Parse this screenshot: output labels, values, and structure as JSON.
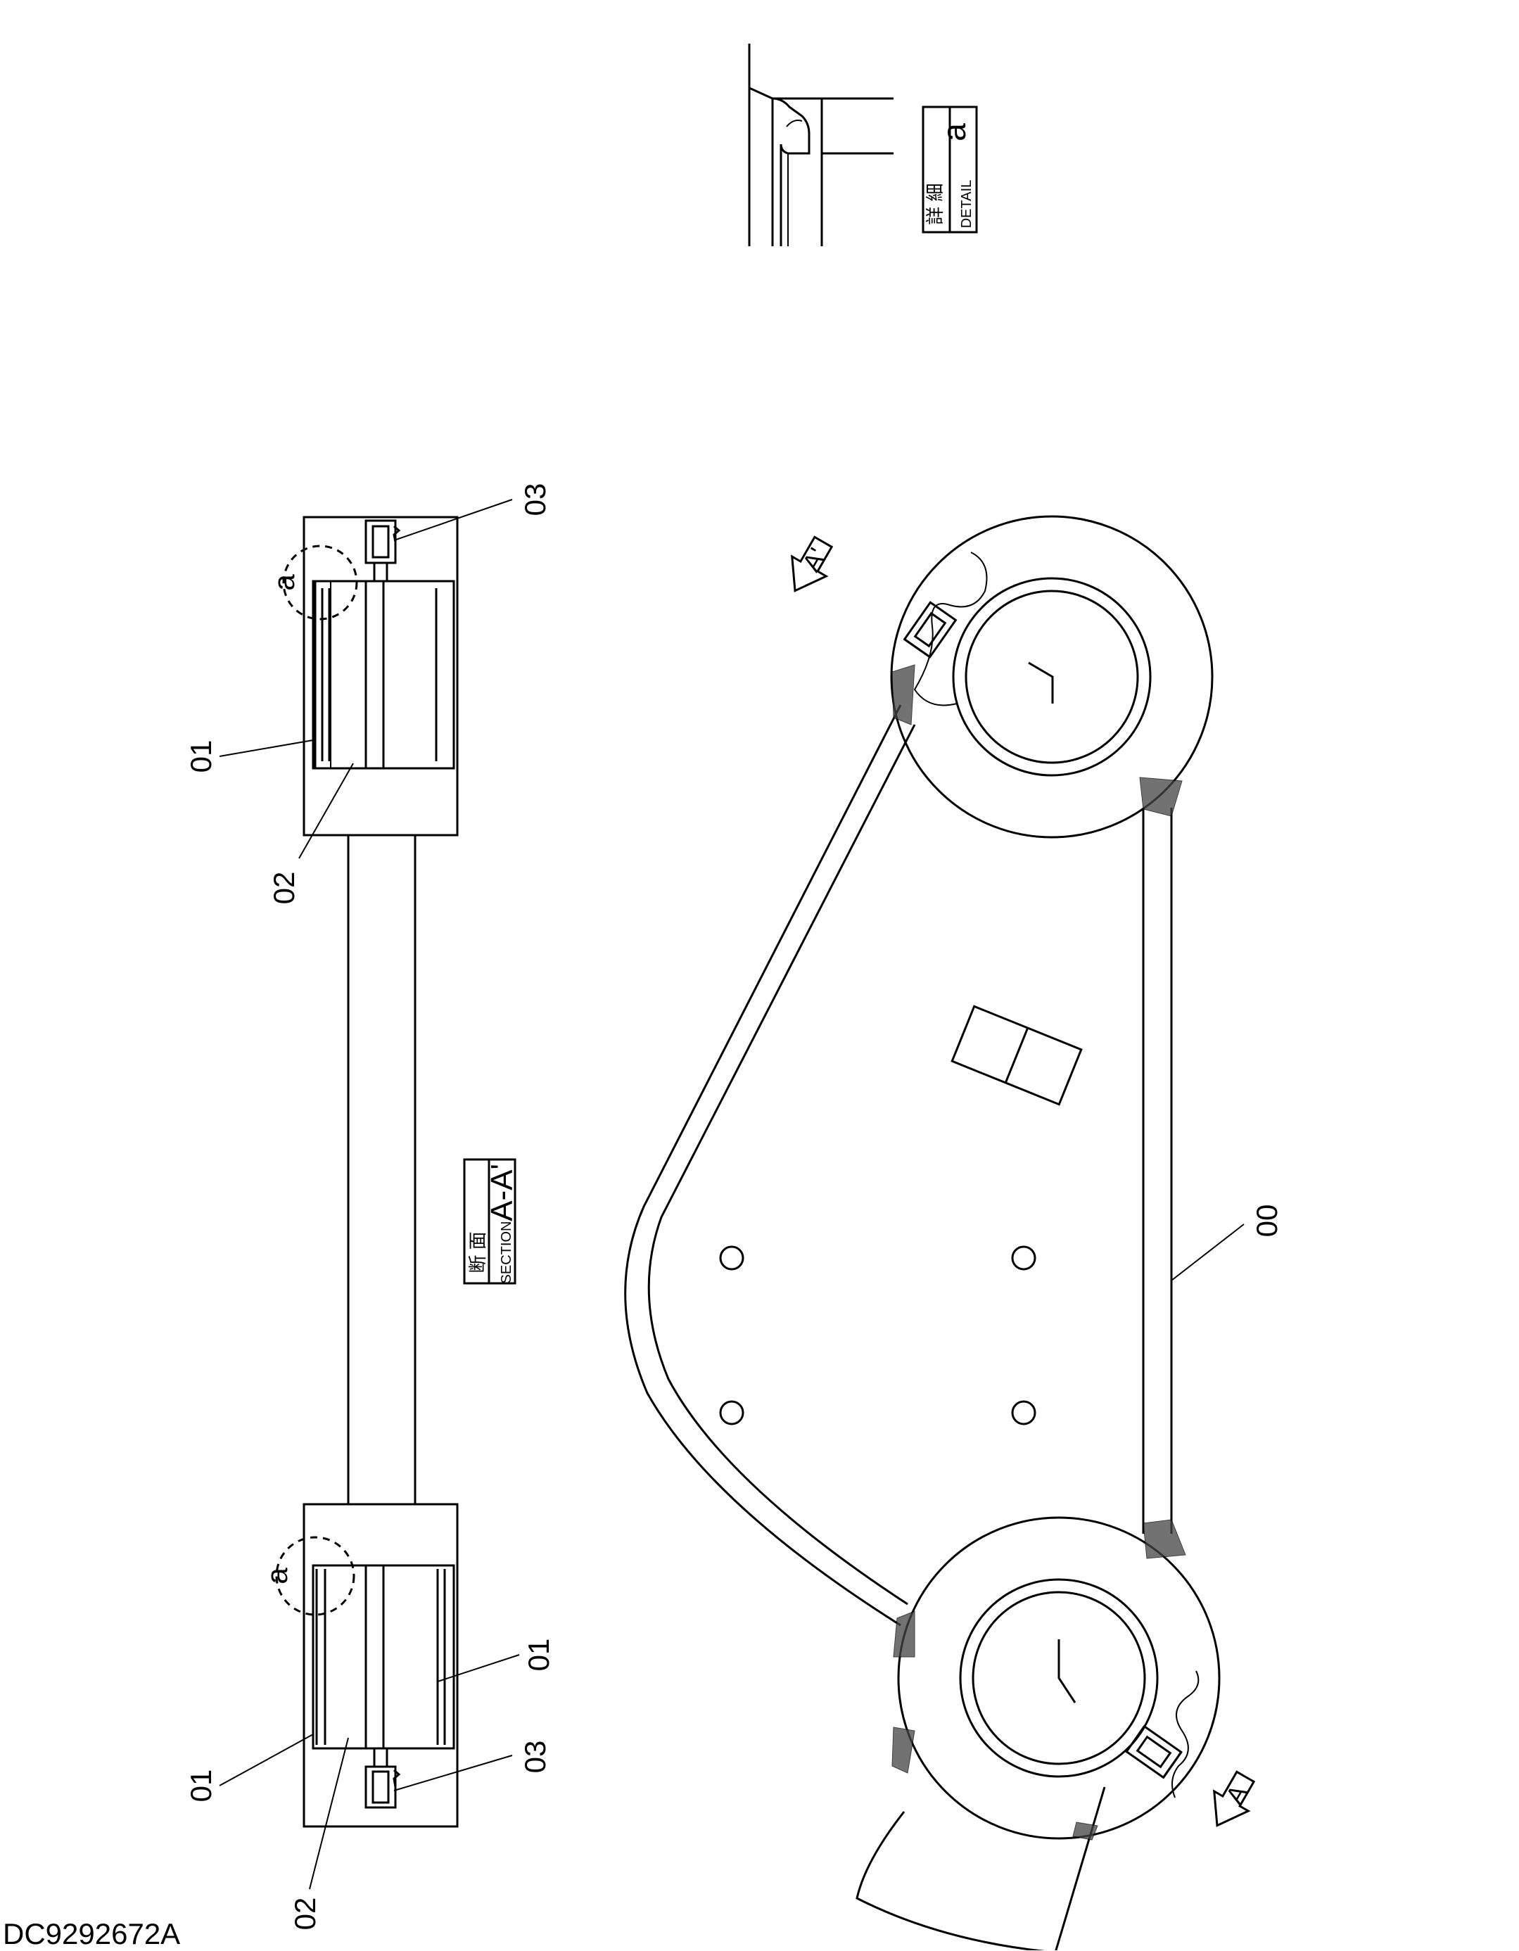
{
  "document_id": "DC9292672A",
  "section_box": {
    "kanji": "断 面",
    "caption": "SECTION",
    "name": "A-A'"
  },
  "detail_box": {
    "kanji": "詳 細",
    "caption": "DETAIL",
    "name": "a"
  },
  "section_arrows": [
    "A",
    "A'"
  ],
  "detail_callouts": [
    "a",
    "a"
  ],
  "part_labels": [
    "00",
    "01",
    "01",
    "01",
    "02",
    "02",
    "03",
    "03"
  ]
}
